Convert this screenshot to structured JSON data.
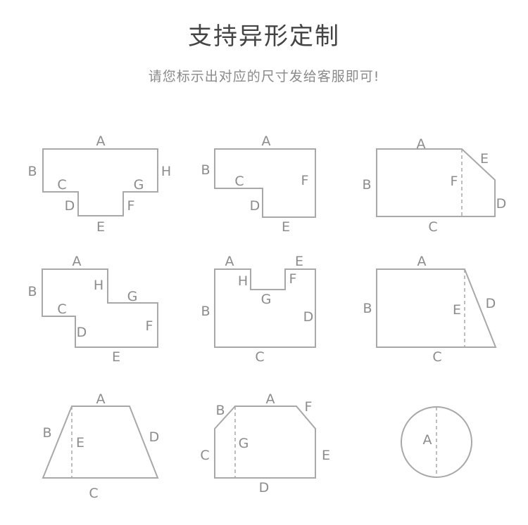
{
  "header": {
    "title": "支持异形定制",
    "subtitle": "请您标示出对应的尺寸发给客服即可!"
  },
  "shapes": [
    {
      "id": "t-shape",
      "labels": [
        "A",
        "B",
        "C",
        "D",
        "E",
        "F",
        "G",
        "H"
      ]
    },
    {
      "id": "l-shape",
      "labels": [
        "A",
        "B",
        "C",
        "D",
        "E",
        "F"
      ]
    },
    {
      "id": "cut-corner",
      "labels": [
        "A",
        "B",
        "C",
        "D",
        "E",
        "F"
      ]
    },
    {
      "id": "z-shape",
      "labels": [
        "A",
        "B",
        "C",
        "D",
        "E",
        "F",
        "G",
        "H"
      ]
    },
    {
      "id": "notch-shape",
      "labels": [
        "A",
        "B",
        "C",
        "D",
        "E",
        "F",
        "G",
        "H"
      ]
    },
    {
      "id": "slant-right",
      "labels": [
        "A",
        "B",
        "C",
        "D",
        "E"
      ]
    },
    {
      "id": "trapezoid",
      "labels": [
        "A",
        "B",
        "C",
        "D",
        "E"
      ]
    },
    {
      "id": "chamfer-two",
      "labels": [
        "A",
        "B",
        "C",
        "D",
        "E",
        "F",
        "G"
      ]
    },
    {
      "id": "circle",
      "labels": [
        "A"
      ]
    }
  ]
}
